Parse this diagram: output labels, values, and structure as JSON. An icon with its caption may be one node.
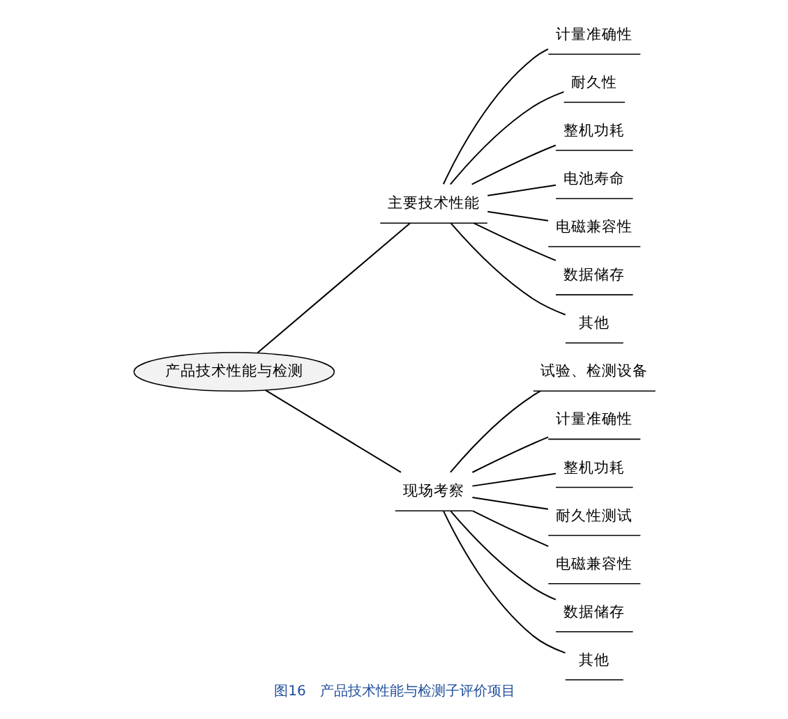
{
  "diagram": {
    "caption": "图16　产品技术性能与检测子评价项目",
    "nodes": [
      {
        "text": [
          "产品技术性能与检测"
        ]
      },
      {
        "text": [
          "主要技术性能"
        ]
      },
      {
        "text": [
          "计量准确性"
        ]
      },
      {
        "text": [
          "耐久性"
        ]
      },
      {
        "text": [
          "整机功耗"
        ]
      },
      {
        "text": [
          "电池寿命"
        ]
      },
      {
        "text": [
          "电磁兼容性"
        ]
      },
      {
        "text": [
          "数据储存"
        ]
      },
      {
        "text": [
          "其他"
        ]
      },
      {
        "text": [
          "现场考察"
        ]
      },
      {
        "text": [
          "试验、检测设备"
        ]
      },
      {
        "text": [
          "计量准确性"
        ]
      },
      {
        "text": [
          "整机功耗"
        ]
      },
      {
        "text": [
          "耐久性测试"
        ]
      },
      {
        "text": [
          "电磁兼容性"
        ]
      },
      {
        "text": [
          "数据储存"
        ]
      },
      {
        "text": [
          "其他"
        ]
      }
    ],
    "edges": [
      {
        "from": 0,
        "to": 1,
        "arrow": "none"
      },
      {
        "from": 1,
        "to": 2,
        "arrow": "none"
      },
      {
        "from": 1,
        "to": 3,
        "arrow": "none"
      },
      {
        "from": 1,
        "to": 4,
        "arrow": "none"
      },
      {
        "from": 1,
        "to": 5,
        "arrow": "none"
      },
      {
        "from": 1,
        "to": 6,
        "arrow": "none"
      },
      {
        "from": 1,
        "to": 7,
        "arrow": "none"
      },
      {
        "from": 1,
        "to": 8,
        "arrow": "none"
      },
      {
        "from": 0,
        "to": 9,
        "arrow": "none"
      },
      {
        "from": 9,
        "to": 10,
        "arrow": "none"
      },
      {
        "from": 9,
        "to": 11,
        "arrow": "none"
      },
      {
        "from": 9,
        "to": 12,
        "arrow": "none"
      },
      {
        "from": 9,
        "to": 13,
        "arrow": "none"
      },
      {
        "from": 9,
        "to": 14,
        "arrow": "none"
      },
      {
        "from": 9,
        "to": 15,
        "arrow": "none"
      },
      {
        "from": 9,
        "to": 16,
        "arrow": "none"
      }
    ]
  }
}
